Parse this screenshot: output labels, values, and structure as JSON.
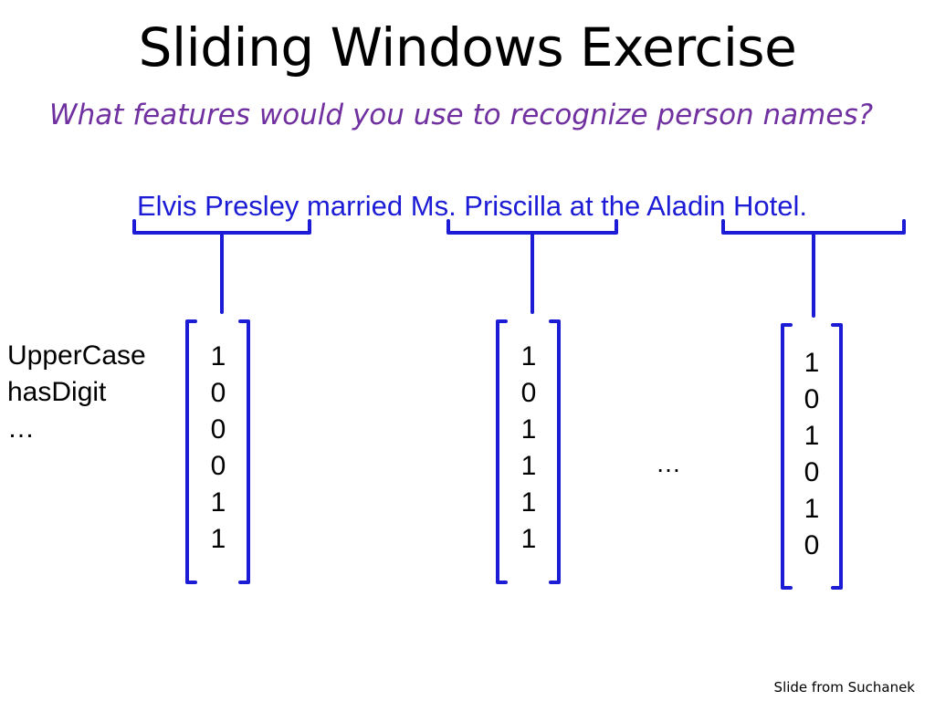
{
  "slide": {
    "title": "Sliding Windows Exercise",
    "subtitle": "What features would you use to recognize person names?",
    "sentence": {
      "segments": [
        "Elvis Presley",
        " married ",
        "Ms. Priscilla",
        " at the ",
        "Aladin Hotel."
      ]
    },
    "features": [
      "UpperCase",
      "hasDigit",
      "…"
    ],
    "vectors": [
      [
        "1",
        "0",
        "0",
        "0",
        "1",
        "1"
      ],
      [
        "1",
        "0",
        "1",
        "1",
        "1",
        "1"
      ],
      [
        "1",
        "0",
        "1",
        "0",
        "1",
        "0"
      ]
    ],
    "ellipsis": "…",
    "credit": "Slide from Suchanek"
  },
  "colors": {
    "title": "#000000",
    "subtitle": "#7030a0",
    "sentence": "#1c1cd6",
    "brackets": "#1c1cd6"
  }
}
